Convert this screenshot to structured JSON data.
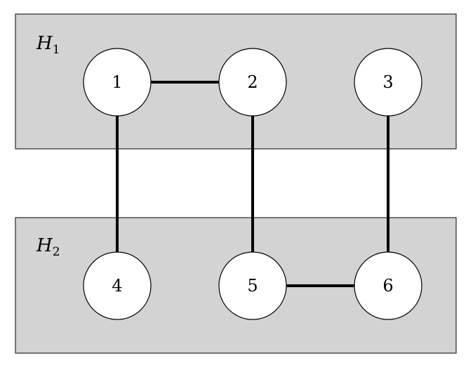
{
  "groups": [
    {
      "id": "H1",
      "label": "H",
      "subscript": "1",
      "nodes": [
        "1",
        "2",
        "3"
      ]
    },
    {
      "id": "H2",
      "label": "H",
      "subscript": "2",
      "nodes": [
        "4",
        "5",
        "6"
      ]
    }
  ],
  "nodes": [
    {
      "id": "1",
      "label": "1"
    },
    {
      "id": "2",
      "label": "2"
    },
    {
      "id": "3",
      "label": "3"
    },
    {
      "id": "4",
      "label": "4"
    },
    {
      "id": "5",
      "label": "5"
    },
    {
      "id": "6",
      "label": "6"
    }
  ],
  "edges": [
    {
      "from": "1",
      "to": "2"
    },
    {
      "from": "1",
      "to": "4"
    },
    {
      "from": "2",
      "to": "5"
    },
    {
      "from": "3",
      "to": "6"
    },
    {
      "from": "5",
      "to": "6"
    }
  ],
  "colors": {
    "group_fill": "#d3d3d3",
    "node_fill": "#ffffff",
    "stroke": "#000000"
  }
}
